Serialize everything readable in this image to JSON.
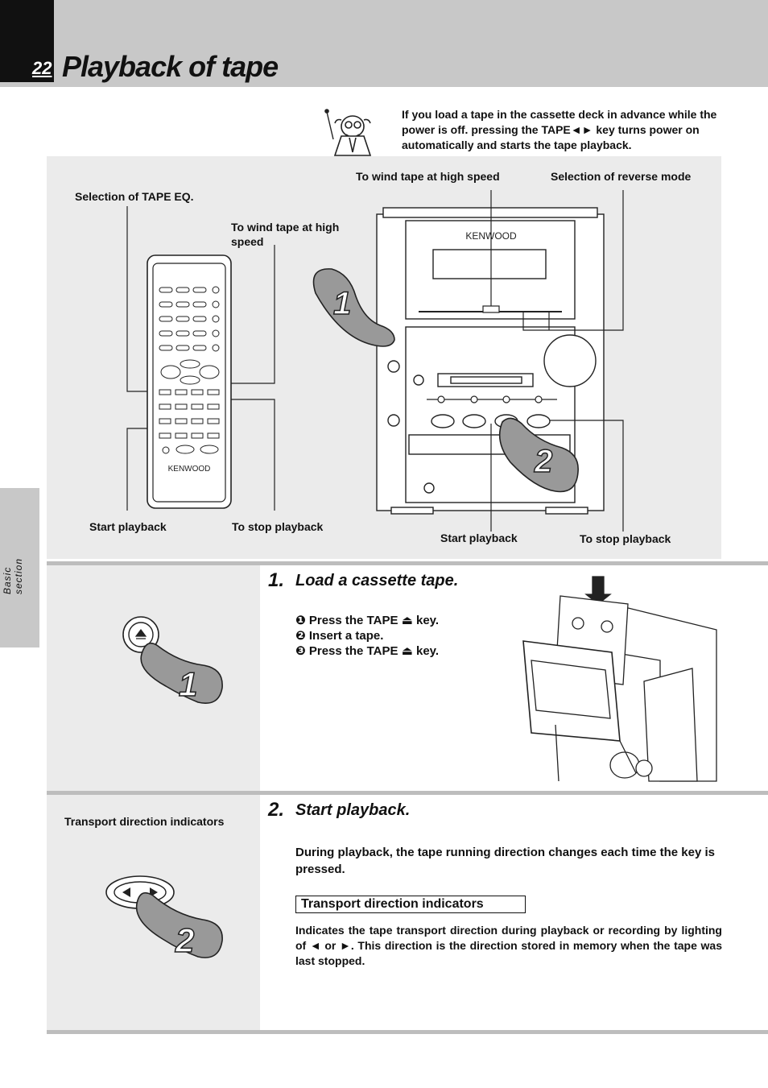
{
  "header": {
    "page_number": "22",
    "title": "Playback of tape"
  },
  "side_tab": {
    "label": "Basic section"
  },
  "intro": {
    "text": "If you load a tape in the cassette deck in advance while the power is off. pressing the TAPE◄► key turns power on automatically and starts the tape playback."
  },
  "diagram": {
    "labels": {
      "tape_eq": "Selection of TAPE EQ.",
      "remote_wind": "To wind tape at  high speed",
      "unit_wind": "To wind tape at  high speed",
      "reverse_mode": "Selection of reverse mode",
      "remote_start": "Start playback",
      "remote_stop": "To stop playback",
      "unit_start": "Start playback",
      "unit_stop": "To stop playback"
    },
    "brand_remote": "KENWOOD",
    "brand_unit": "KENWOOD",
    "hand_1": "1",
    "hand_2": "2"
  },
  "step1": {
    "number": "1.",
    "title": "Load a cassette tape.",
    "sub_steps": [
      "❶ Press the TAPE ⏏ key.",
      "❷ Insert a tape.",
      "❸ Press the TAPE ⏏ key."
    ],
    "hand": "1"
  },
  "step2": {
    "number": "2.",
    "title": "Start playback.",
    "left_label": "Transport direction indicators",
    "body": "During playback, the tape running direction changes each time the key is pressed.",
    "box_title": "Transport direction indicators",
    "note": "Indicates the tape transport direction during playback or recording by lighting of ◄ or ►. This direction is the direction stored in memory when the tape was last stopped.",
    "hand": "2"
  }
}
